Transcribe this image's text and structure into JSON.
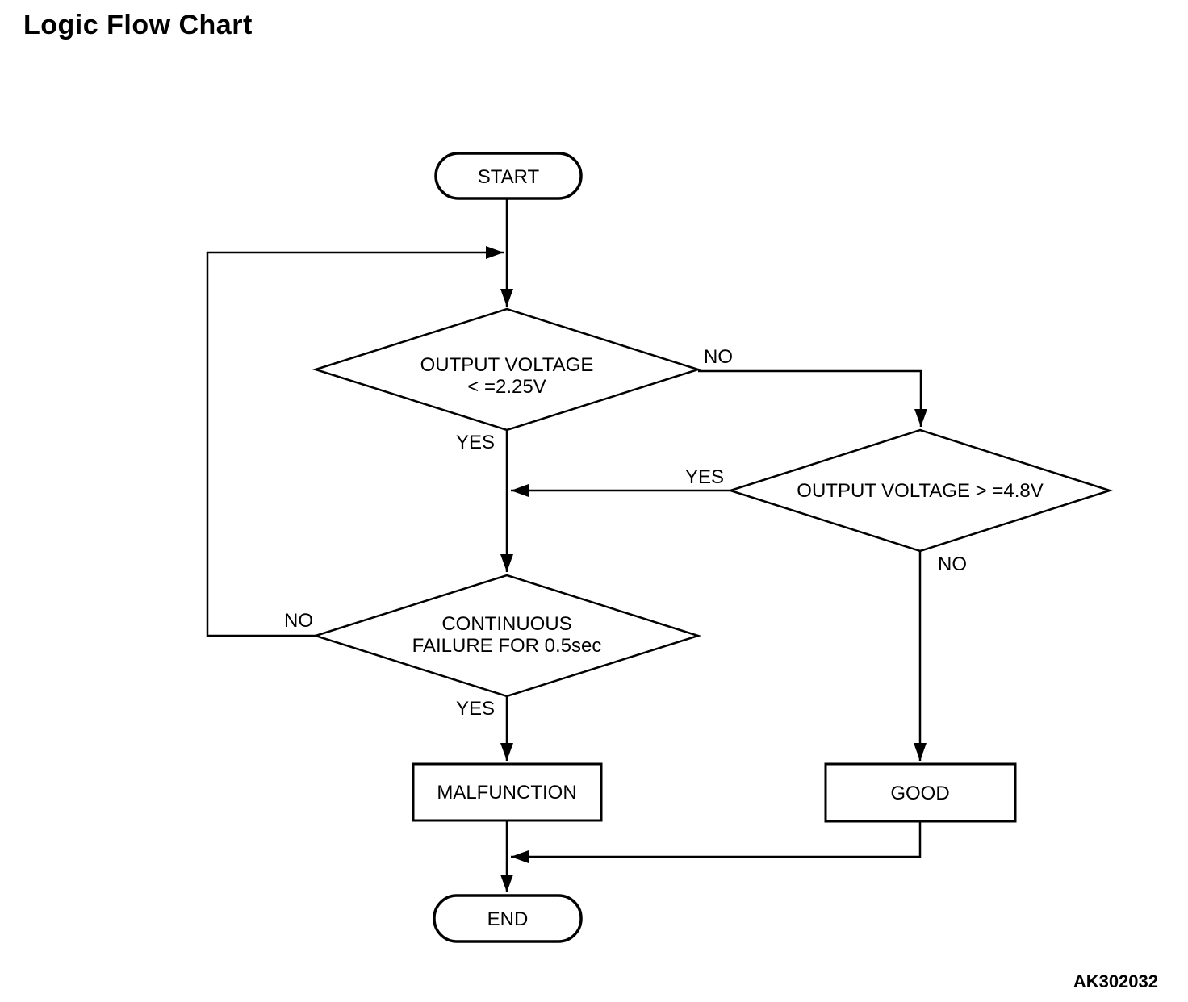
{
  "page": {
    "title": "Logic Flow Chart",
    "figure_code": "AK302032",
    "background_color": "#ffffff",
    "line_color": "#000000"
  },
  "flowchart": {
    "nodes": {
      "start": {
        "type": "terminator",
        "label": "START"
      },
      "output_voltage_low": {
        "type": "decision",
        "line1": "OUTPUT VOLTAGE",
        "line2": "< =2.25V"
      },
      "output_voltage_high": {
        "type": "decision",
        "label": "OUTPUT VOLTAGE > =4.8V"
      },
      "continuous_failure": {
        "type": "decision",
        "line1": "CONTINUOUS",
        "line2": "FAILURE FOR 0.5sec"
      },
      "malfunction": {
        "type": "process",
        "label": "MALFUNCTION"
      },
      "good": {
        "type": "process",
        "label": "GOOD"
      },
      "end": {
        "type": "terminator",
        "label": "END"
      }
    },
    "edge_labels": {
      "voltage_low_yes": "YES",
      "voltage_low_no": "NO",
      "voltage_high_yes": "YES",
      "voltage_high_no": "NO",
      "continuous_failure_yes": "YES",
      "continuous_failure_no": "NO"
    }
  }
}
